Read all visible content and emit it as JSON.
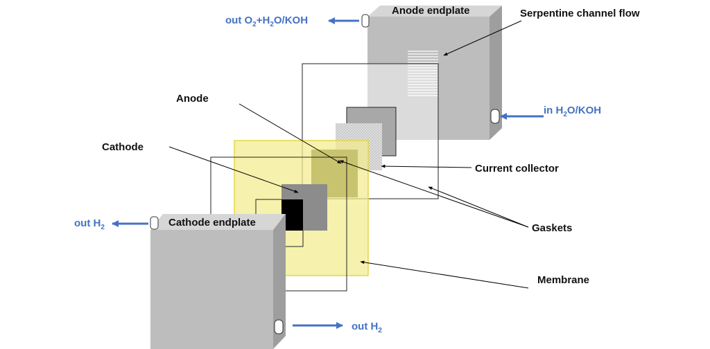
{
  "labels": {
    "anode_endplate": "Anode endplate",
    "serpentine": "Serpentine channel flow",
    "anode": "Anode",
    "cathode": "Cathode",
    "current_collector": "Current collector",
    "gaskets": "Gaskets",
    "membrane": "Membrane",
    "cathode_endplate": "Cathode endplate"
  },
  "flows": {
    "out_top": {
      "pre": "out O",
      "sub1": "2",
      "mid": "+H",
      "sub2": "2",
      "post": "O/KOH"
    },
    "in_right": {
      "pre": "in H",
      "sub1": "2",
      "post": "O/KOH"
    },
    "out_left": {
      "pre": "out H",
      "sub1": "2"
    },
    "out_bottom": {
      "pre": "out H",
      "sub1": "2"
    }
  },
  "colors": {
    "flow_text": "#4472C4",
    "flow_arrow": "#4472C4",
    "endplate_front": "#BDBDBD",
    "endplate_side": "#9E9E9E",
    "endplate_top": "#D6D6D6",
    "membrane": "#F2EC8C",
    "anode_dark": "#595922",
    "cathode_black": "#000000",
    "electrode_grey": "#8C8C8C"
  }
}
